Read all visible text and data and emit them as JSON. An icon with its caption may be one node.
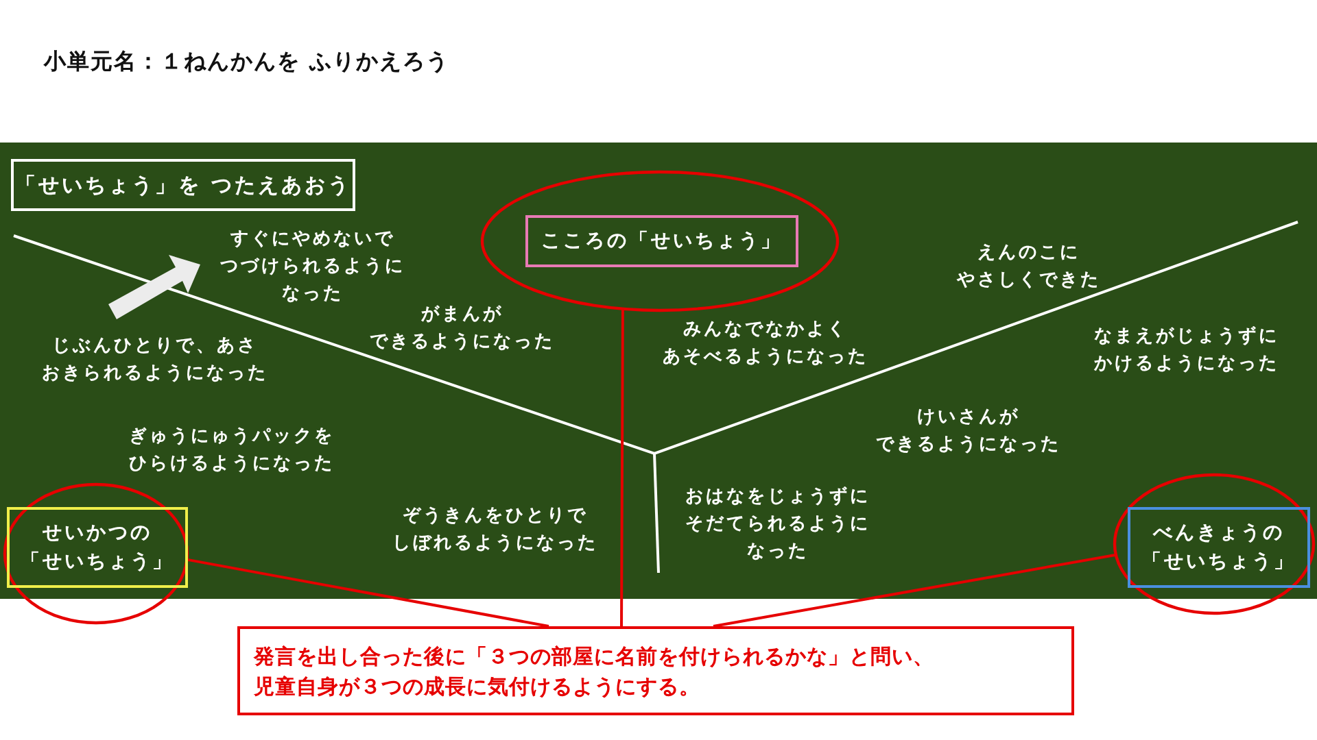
{
  "diagram": {
    "title": "小単元名：１ねんかんを ふりかえろう",
    "nodes": [
      {
        "text": [
          "「せいちょう」を つたえあおう"
        ]
      },
      {
        "text": [],
        "shape": "circle"
      },
      {
        "text": [
          "こころの「せいちょう」"
        ],
        "in": 1
      },
      {
        "text": [],
        "shape": "circle"
      },
      {
        "text": [
          "せいかつの「せいちょう」"
        ],
        "in": 3
      },
      {
        "text": [],
        "shape": "circle"
      },
      {
        "text": [
          "べんきょうの「せいちょう」"
        ],
        "in": 5
      },
      {
        "text": [
          "発言を出し合った後に「３つの部屋に名前を付けられるかな」と問い、児童自身が３つの成長に気付けるようにする。"
        ]
      }
    ],
    "edges": [
      {
        "from": 7,
        "to": 1,
        "arrow": "none"
      },
      {
        "from": 7,
        "to": 3,
        "arrow": "none"
      },
      {
        "from": 7,
        "to": 5,
        "arrow": "none"
      }
    ],
    "labels": [
      "すぐにやめないでつづけられるようになった",
      "えんのこにやさしくできた",
      "がまんができるようになった",
      "じぶんひとりで、あさおきられるようになった",
      "みんなでなかよくあそべるようになった",
      "なまえがじょうずにかけるようになった",
      "けいさんができるようになった",
      "ぎゅうにゅうパックをひらけるようになった",
      "ぞうきんをひとりでしぼれるようになった",
      "おはなをじょうずにそだてられるようになった"
    ]
  }
}
